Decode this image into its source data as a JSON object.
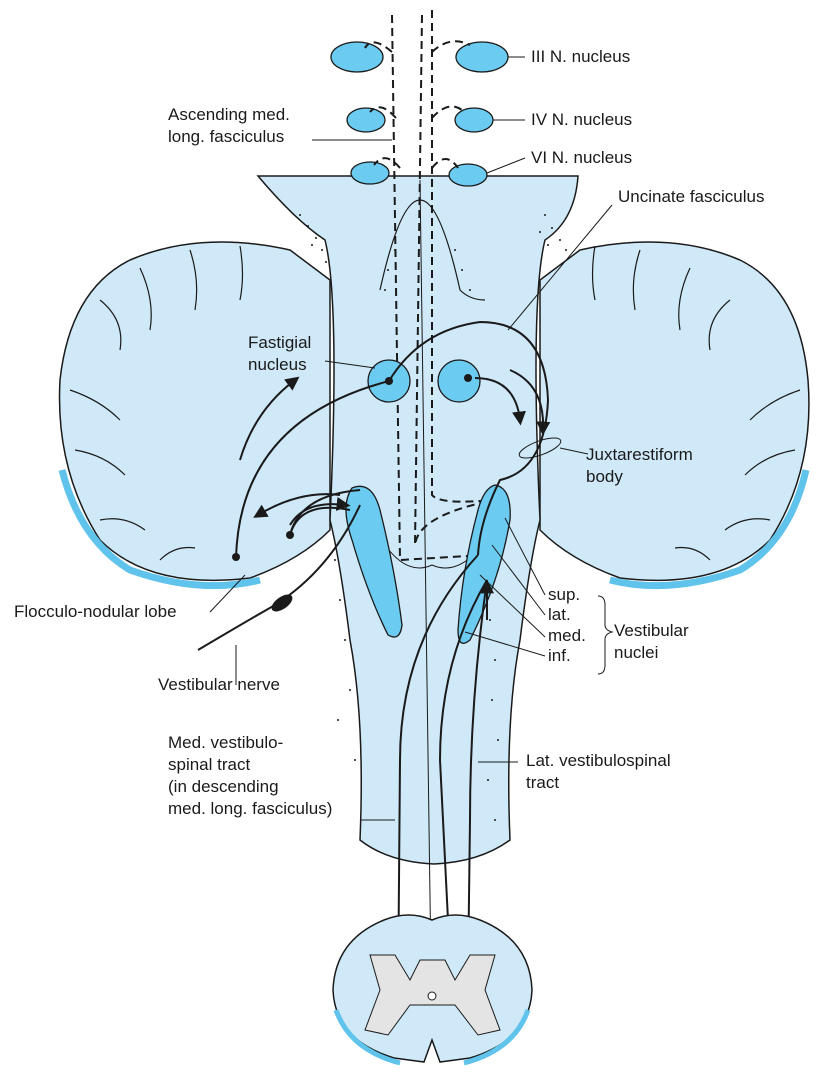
{
  "colors": {
    "tissue": "#cfe9f8",
    "nucleus": "#6ccbf0",
    "rim": "#5fc3ec",
    "gray_matter": "#e4e4e4",
    "ink": "#1a1a1a"
  },
  "labels": {
    "III_nucleus": "III N. nucleus",
    "IV_nucleus": "IV N. nucleus",
    "VI_nucleus": "VI N. nucleus",
    "ascending_mlf": "Ascending med.\nlong. fasciculus",
    "uncinate_fasciculus": "Uncinate fasciculus",
    "fastigial_nucleus": "Fastigial\nnucleus",
    "juxtarestiform_body": "Juxtarestiform\nbody",
    "flocculo_nodular_lobe": "Flocculo-nodular lobe",
    "vestibular_nerve": "Vestibular nerve",
    "nucleus_sup": "sup.",
    "nucleus_lat": "lat.",
    "nucleus_med": "med.",
    "nucleus_inf": "inf.",
    "vestibular_nuclei": "Vestibular\nnuclei",
    "med_vestibulospinal_tract": "Med. vestibulo-\nspinal tract\n(in descending\nmed. long. fasciculus)",
    "lat_vestibulospinal_tract": "Lat. vestibulospinal\ntract"
  }
}
